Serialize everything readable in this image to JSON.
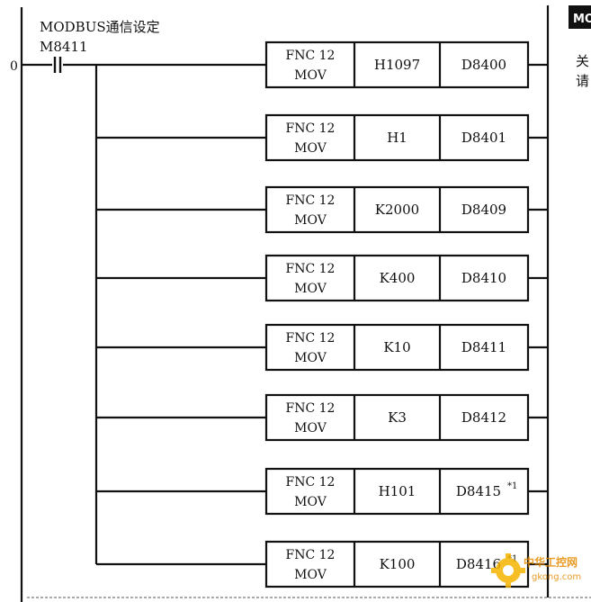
{
  "header": {
    "title": "MODBUS通信设定",
    "contact": "M8411",
    "step": "0"
  },
  "right_margin": {
    "badge": "MO",
    "line1": "关",
    "line2": "请"
  },
  "rungs": [
    {
      "fnc": "FNC 12",
      "mnemonic": "MOV",
      "source": "H1097",
      "dest": "D8400",
      "note": ""
    },
    {
      "fnc": "FNC 12",
      "mnemonic": "MOV",
      "source": "H1",
      "dest": "D8401",
      "note": ""
    },
    {
      "fnc": "FNC 12",
      "mnemonic": "MOV",
      "source": "K2000",
      "dest": "D8409",
      "note": ""
    },
    {
      "fnc": "FNC 12",
      "mnemonic": "MOV",
      "source": "K400",
      "dest": "D8410",
      "note": ""
    },
    {
      "fnc": "FNC 12",
      "mnemonic": "MOV",
      "source": "K10",
      "dest": "D8411",
      "note": ""
    },
    {
      "fnc": "FNC 12",
      "mnemonic": "MOV",
      "source": "K3",
      "dest": "D8412",
      "note": ""
    },
    {
      "fnc": "FNC 12",
      "mnemonic": "MOV",
      "source": "H101",
      "dest": "D8415",
      "note": "*1"
    },
    {
      "fnc": "FNC 12",
      "mnemonic": "MOV",
      "source": "K100",
      "dest": "D8416",
      "note": "*1"
    }
  ],
  "watermark": {
    "text": "中华工控网",
    "url": "gkong.com"
  }
}
